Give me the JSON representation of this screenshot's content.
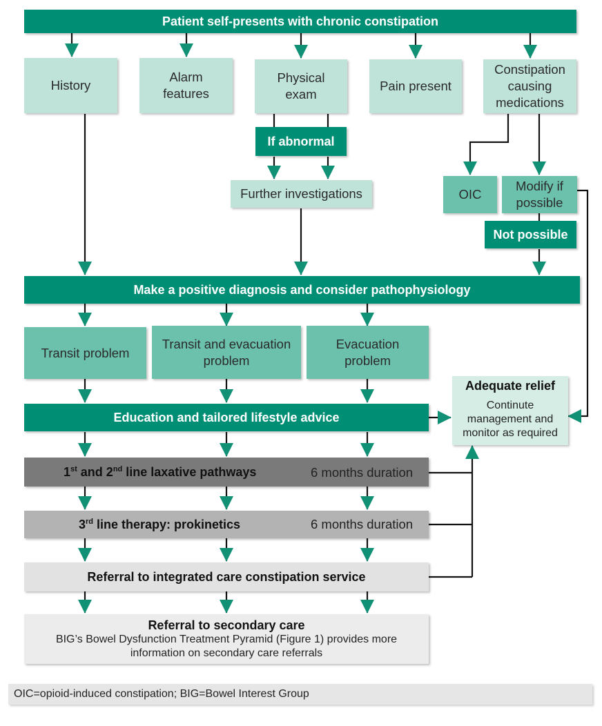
{
  "top": "Patient self-presents with chronic constipation",
  "assessment": {
    "history": "History",
    "alarm": "Alarm features",
    "exam": "Physical exam",
    "pain": "Pain present",
    "medications": "Constipation causing medications"
  },
  "if_abnormal": "If abnormal",
  "further_investigations": "Further investigations",
  "oic": "OIC",
  "modify": "Modify if possible",
  "not_possible": "Not possible",
  "diagnosis": "Make a positive diagnosis and consider pathophysiology",
  "problems": {
    "transit": "Transit problem",
    "transit_evac": "Transit and evacuation problem",
    "evac": "Evacuation problem"
  },
  "relief": {
    "title": "Adequate relief",
    "body": "Continute management and monitor as required"
  },
  "education": "Education and tailored lifestyle advice",
  "laxative": {
    "pre": "1",
    "sup1": "st",
    "mid": " and 2",
    "sup2": "nd",
    "post": " line laxative pathways",
    "duration": "6 months duration"
  },
  "prokinetics": {
    "pre": "3",
    "sup": "rd",
    "post": " line therapy: prokinetics",
    "duration": "6 months duration"
  },
  "integrated": "Referral to integrated care constipation service",
  "secondary": {
    "title": "Referral to secondary care",
    "body": "BIG’s Bowel Dysfunction Treatment Pyramid (Figure 1) provides more information on secondary care referrals"
  },
  "footnote": "OIC=opioid-induced constipation; BIG=Bowel Interest Group",
  "colors": {
    "dark_green": "#008f74",
    "light_green": "#bfe3d8",
    "mid_green": "#6cc1ad",
    "arrow_green": "#109176"
  }
}
